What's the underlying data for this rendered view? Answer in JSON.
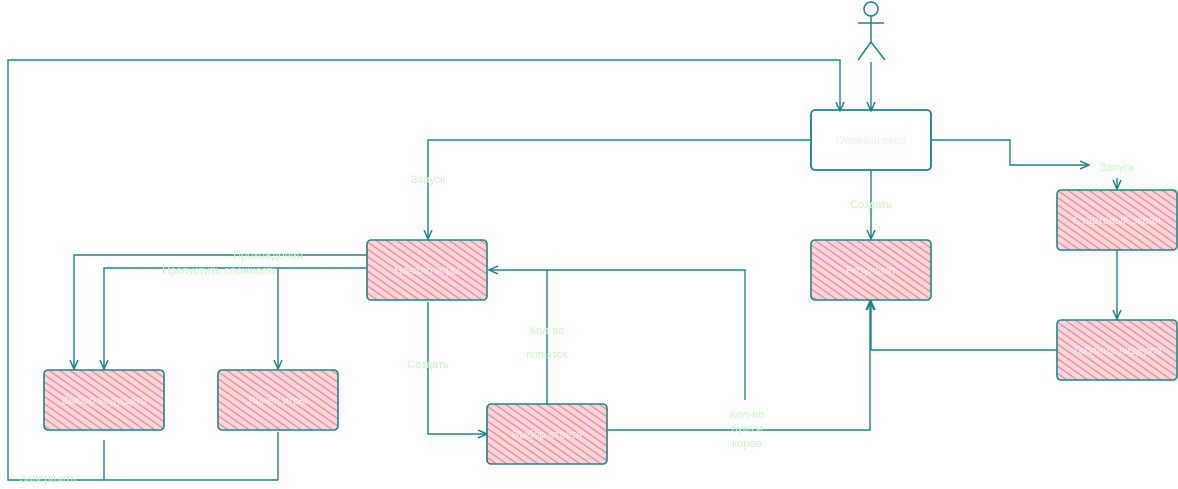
{
  "nodes": {
    "center": "Главный вход",
    "left_center": "Начало игры",
    "bottom_left": "Выбор ведущего",
    "bottom_mid": "Конец игры",
    "bottom_center": "Выбор ответа",
    "right_mid": "Результат",
    "right_top": "Стартовый экран",
    "right_bottom": "Таблица лидеров"
  },
  "edges": {
    "launch_left": "Запуск",
    "launch_right": "Запуск",
    "create_top": "Создать",
    "create_bottom": "Создать",
    "attempts_line1": "Кол-во",
    "attempts_line2": "попыток",
    "words_line1": "Кол-во",
    "words_line2": "букв и",
    "words_line3": "корее",
    "green_line1": "Прохождения",
    "green_line2": "Пропустить сложность",
    "bottom_left_label": "Завершить"
  },
  "colors": {
    "stroke": "#1c8589",
    "fill_hatch": "#f28a96",
    "fill_base": "#fbd6da",
    "label": "#c8f7c5"
  }
}
